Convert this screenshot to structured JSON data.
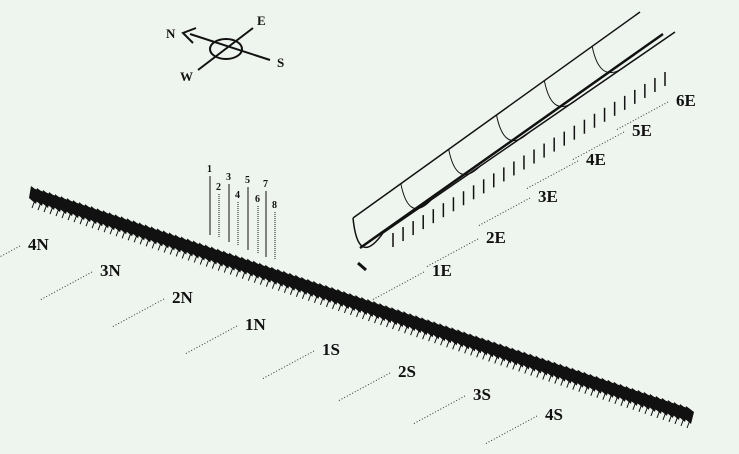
{
  "compass": {
    "north": "N",
    "south": "S",
    "east": "E",
    "west": "W"
  },
  "row_sections": [
    "4N",
    "3N",
    "2N",
    "1N",
    "1S",
    "2S",
    "3S",
    "4S"
  ],
  "trough_sections": [
    "1E",
    "2E",
    "3E",
    "4E",
    "5E",
    "6E"
  ],
  "sensor_numbers": [
    "1",
    "2",
    "3",
    "4",
    "5",
    "6",
    "7",
    "8"
  ]
}
